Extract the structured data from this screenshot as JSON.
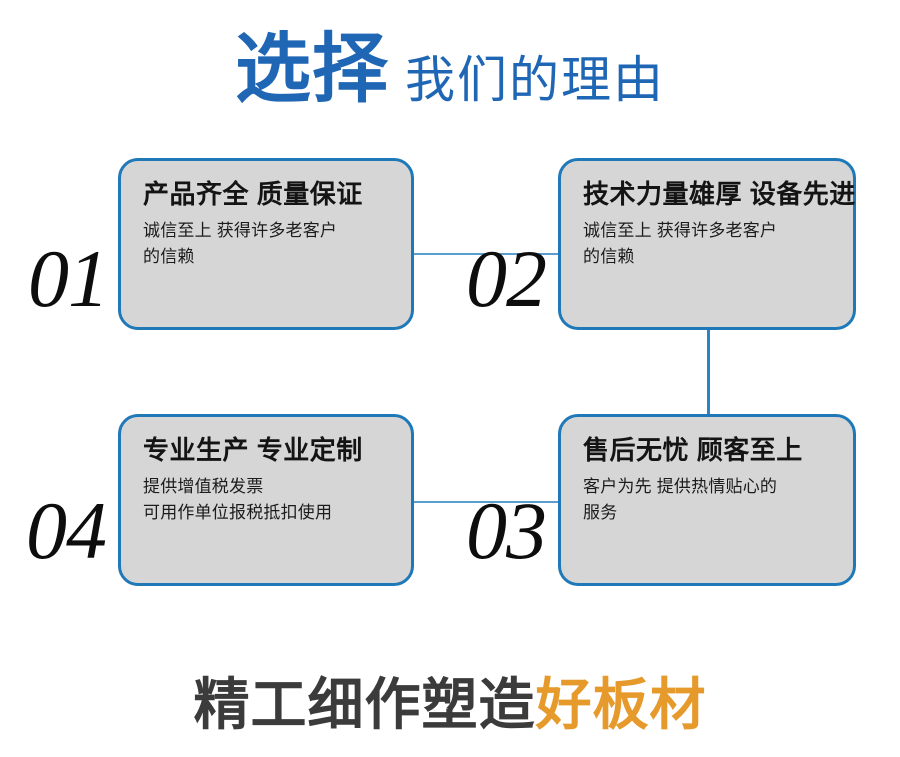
{
  "header": {
    "strong_text": "选择",
    "light_text": "我们的理由",
    "strong_color": "#1f66b5",
    "light_color": "#1f66b5"
  },
  "cards": [
    {
      "number": "01",
      "title": "产品齐全 质量保证",
      "body_lines": [
        "诚信至上 获得许多老客户",
        "的信赖"
      ],
      "position": "top-left"
    },
    {
      "number": "02",
      "title": "技术力量雄厚 设备先进",
      "body_lines": [
        "诚信至上 获得许多老客户",
        "的信赖"
      ],
      "position": "top-right"
    },
    {
      "number": "03",
      "title": "售后无忧 顾客至上",
      "body_lines": [
        "客户为先 提供热情贴心的",
        "服务"
      ],
      "position": "bottom-right"
    },
    {
      "number": "04",
      "title": "专业生产 专业定制",
      "body_lines": [
        "提供增值税发票",
        "可用作单位报税抵扣使用"
      ],
      "position": "bottom-left"
    }
  ],
  "style": {
    "card_fill": "#d6d6d6",
    "card_border": "#1f79b8",
    "connector_color": "#5b9ed0",
    "number_color": "#0d0d0d",
    "title_color": "#141414"
  },
  "footer": {
    "dark_text": "精工细作塑造",
    "accent_text": "好板材",
    "dark_color": "#3b3b3b",
    "accent_color": "#e59a2b"
  }
}
